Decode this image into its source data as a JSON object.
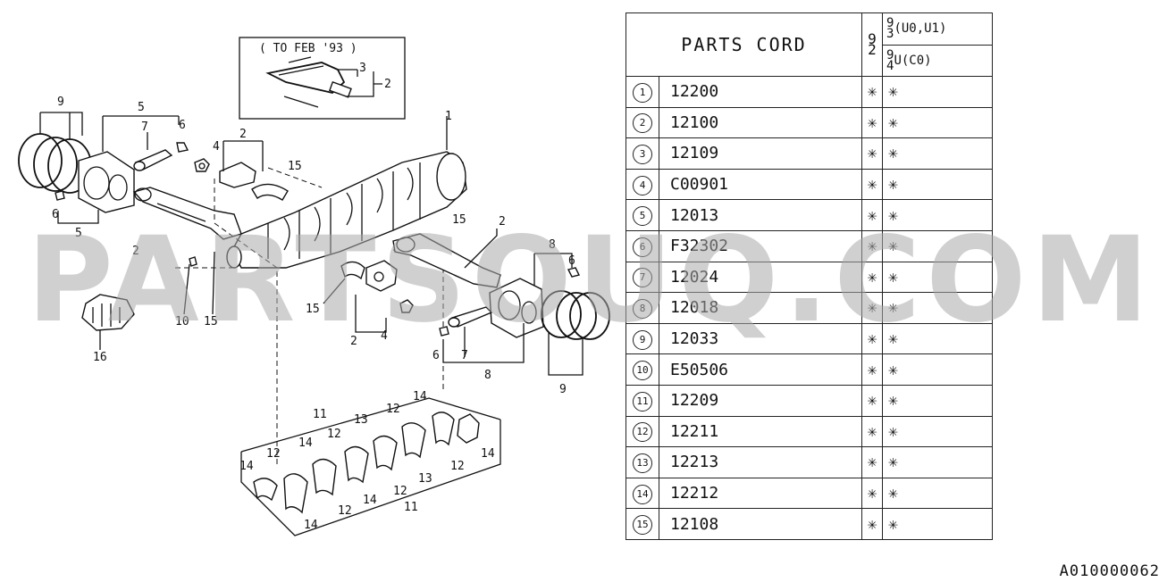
{
  "diagram": {
    "inset_label": "( TO FEB '93 )",
    "callouts": [
      "1",
      "2",
      "3",
      "4",
      "5",
      "6",
      "7",
      "8",
      "9",
      "10",
      "11",
      "12",
      "13",
      "14",
      "15",
      "16"
    ]
  },
  "table": {
    "header": {
      "title": "PARTS CORD",
      "col_year_digits": [
        "9",
        "2"
      ],
      "row1_year_digits": [
        "9",
        "3"
      ],
      "row1_models": "(U0,U1)",
      "row2_year_digits": [
        "9",
        "4"
      ],
      "row2_models": "U(C0)"
    },
    "rows": [
      {
        "no": "1",
        "part": "12200",
        "a": "✳",
        "b": "✳"
      },
      {
        "no": "2",
        "part": "12100",
        "a": "✳",
        "b": "✳"
      },
      {
        "no": "3",
        "part": "12109",
        "a": "✳",
        "b": "✳"
      },
      {
        "no": "4",
        "part": "C00901",
        "a": "✳",
        "b": "✳"
      },
      {
        "no": "5",
        "part": "12013",
        "a": "✳",
        "b": "✳"
      },
      {
        "no": "6",
        "part": "F32302",
        "a": "✳",
        "b": "✳"
      },
      {
        "no": "7",
        "part": "12024",
        "a": "✳",
        "b": "✳"
      },
      {
        "no": "8",
        "part": "12018",
        "a": "✳",
        "b": "✳"
      },
      {
        "no": "9",
        "part": "12033",
        "a": "✳",
        "b": "✳"
      },
      {
        "no": "10",
        "part": "E50506",
        "a": "✳",
        "b": "✳"
      },
      {
        "no": "11",
        "part": "12209",
        "a": "✳",
        "b": "✳"
      },
      {
        "no": "12",
        "part": "12211",
        "a": "✳",
        "b": "✳"
      },
      {
        "no": "13",
        "part": "12213",
        "a": "✳",
        "b": "✳"
      },
      {
        "no": "14",
        "part": "12212",
        "a": "✳",
        "b": "✳"
      },
      {
        "no": "15",
        "part": "12108",
        "a": "✳",
        "b": "✳"
      }
    ]
  },
  "watermark": "PARTSOUQ.COM",
  "image_code": "A010000062"
}
